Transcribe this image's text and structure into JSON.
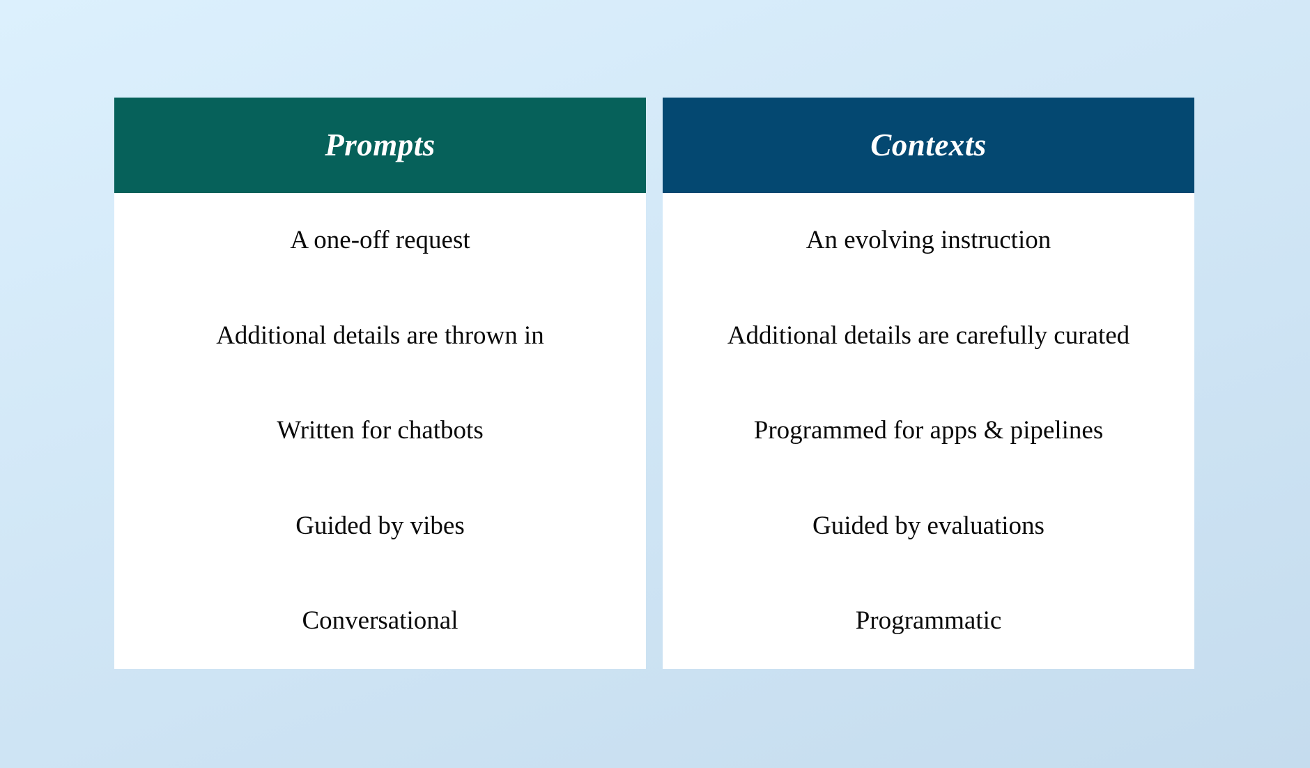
{
  "background": {
    "gradient_from": "#dcf0fd",
    "gradient_to": "#c5dcee"
  },
  "comparison": {
    "columns": [
      {
        "id": "prompts",
        "header_label": "Prompts",
        "header_color": "#06615a",
        "header_text_color": "#ffffff",
        "body_color": "#ffffff",
        "rows": [
          "A one-off request",
          "Additional details are thrown in",
          "Written for chatbots",
          "Guided by vibes",
          "Conversational"
        ]
      },
      {
        "id": "contexts",
        "header_label": "Contexts",
        "header_color": "#044871",
        "header_text_color": "#ffffff",
        "body_color": "#ffffff",
        "rows": [
          "An evolving instruction",
          "Additional details are carefully curated",
          "Programmed for apps & pipelines",
          "Guided by evaluations",
          "Programmatic"
        ]
      }
    ]
  }
}
